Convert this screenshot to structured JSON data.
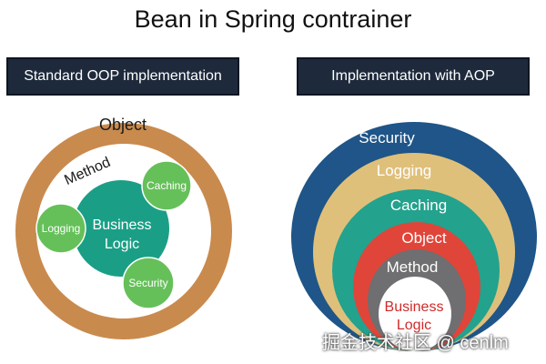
{
  "title": "Bean in Spring contrainer",
  "left_panel": {
    "header": "Standard OOP implementation",
    "outer_label": "Object",
    "inner_label": "Method",
    "core_lines": [
      "Business",
      "Logic"
    ],
    "satellites": [
      "Caching",
      "Logging",
      "Security"
    ]
  },
  "right_panel": {
    "header": "Implementation with AOP",
    "rings": [
      "Security",
      "Logging",
      "Caching",
      "Object",
      "Method"
    ],
    "core_lines": [
      "Business",
      "Logic"
    ]
  },
  "watermark": "掘金技术社区 @ cenlm",
  "colors": {
    "header_bg": "#1e2a3c",
    "object_ring": "#c98a4d",
    "business_core": "#1a9f86",
    "satellite": "#66c05a",
    "security_ring": "#1f5588",
    "logging_ring": "#dfc07a",
    "caching_ring": "#23a28d",
    "object_ring_aop": "#e0453a",
    "method_ring": "#6f6e70",
    "core_text_aop": "#d02a2a"
  }
}
